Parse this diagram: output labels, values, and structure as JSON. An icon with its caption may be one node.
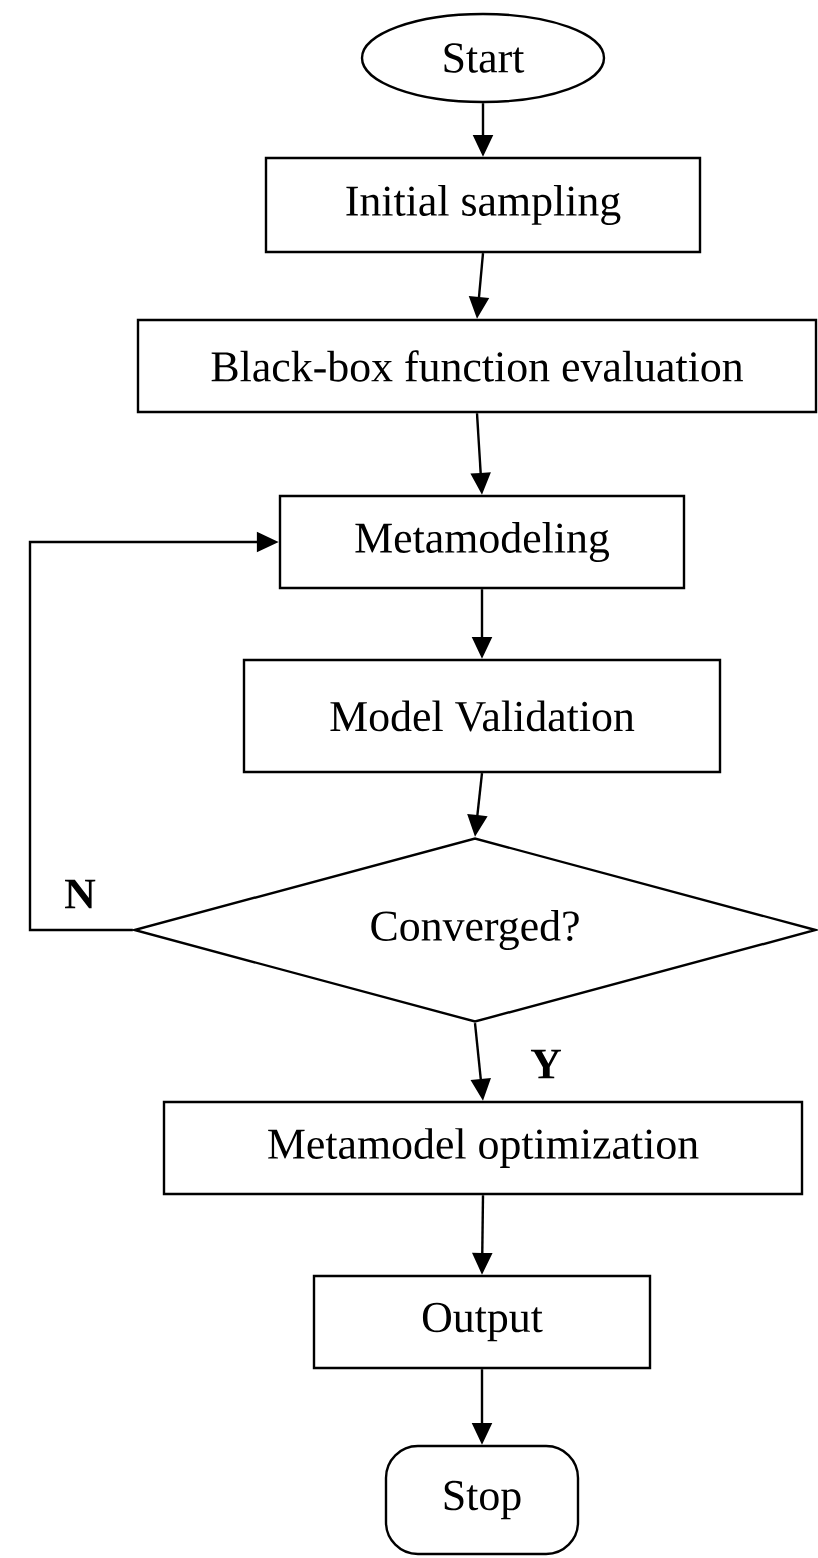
{
  "diagram": {
    "nodes": [
      {
        "text": [
          "Start"
        ]
      },
      {
        "text": [
          "Initial sampling"
        ]
      },
      {
        "text": [
          "Black-box function evaluation"
        ]
      },
      {
        "text": [
          "Metamodeling"
        ]
      },
      {
        "text": [
          "Model Validation"
        ]
      },
      {
        "text": [
          "Converged?"
        ]
      },
      {
        "text": [
          "Metamodel optimization"
        ]
      },
      {
        "text": [
          "Output"
        ]
      },
      {
        "text": [
          "Stop"
        ]
      }
    ],
    "edges": [
      {
        "from": 0,
        "to": 1,
        "arrow": "to"
      },
      {
        "from": 1,
        "to": 2,
        "arrow": "to"
      },
      {
        "from": 2,
        "to": 3,
        "arrow": "to"
      },
      {
        "from": 3,
        "to": 4,
        "arrow": "to"
      },
      {
        "from": 4,
        "to": 5,
        "arrow": "to"
      },
      {
        "from": 5,
        "to": 3,
        "arrow": "to",
        "label": "N"
      },
      {
        "from": 5,
        "to": 6,
        "arrow": "to",
        "label": "Y"
      },
      {
        "from": 6,
        "to": 7,
        "arrow": "to"
      },
      {
        "from": 7,
        "to": 8,
        "arrow": "to"
      }
    ]
  }
}
